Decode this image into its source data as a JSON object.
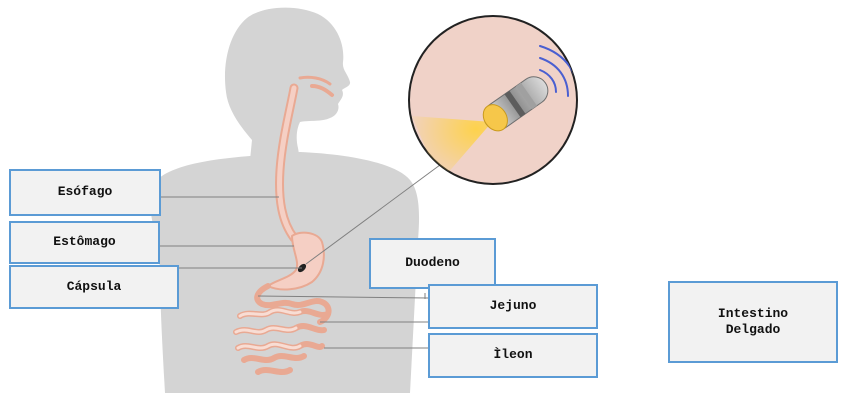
{
  "labels": {
    "esofago": "Esófago",
    "estomago": "Estômago",
    "capsula": "Cápsula",
    "duodeno": "Duodeno",
    "jejuno": "Jejuno",
    "ileon": "Ìleon",
    "intestino_delgado": "Intestino\nDelgado"
  },
  "colors": {
    "silhouette": "#d4d4d4",
    "organ_fill": "#f5cfc4",
    "organ_stroke": "#e9a993",
    "inset_fill": "#f0d2c8",
    "box_border": "#5b9bd5",
    "box_fill": "#f2f2f2",
    "leader_line": "#808080",
    "signal_waves": "#4a5fd1",
    "light_beam": "#ffd23f"
  }
}
